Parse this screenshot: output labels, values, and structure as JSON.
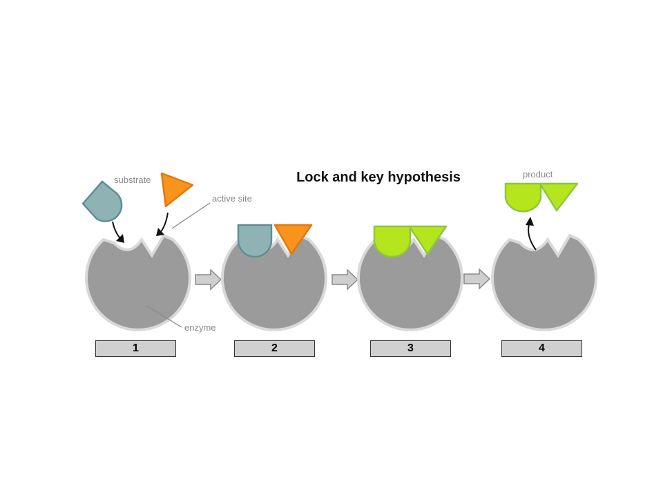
{
  "diagram": {
    "title": "Lock and key hypothesis",
    "labels": {
      "substrate": "substrate",
      "active_site": "active site",
      "enzyme": "enzyme",
      "product": "product"
    },
    "steps": [
      "1",
      "2",
      "3",
      "4"
    ],
    "colors": {
      "enzyme": "#9b9b9b",
      "substrate_round": "#8fb3b5",
      "substrate_triangle": "#f7941d",
      "product": "#b5e61d",
      "step_box": "#d0d0d0"
    }
  }
}
